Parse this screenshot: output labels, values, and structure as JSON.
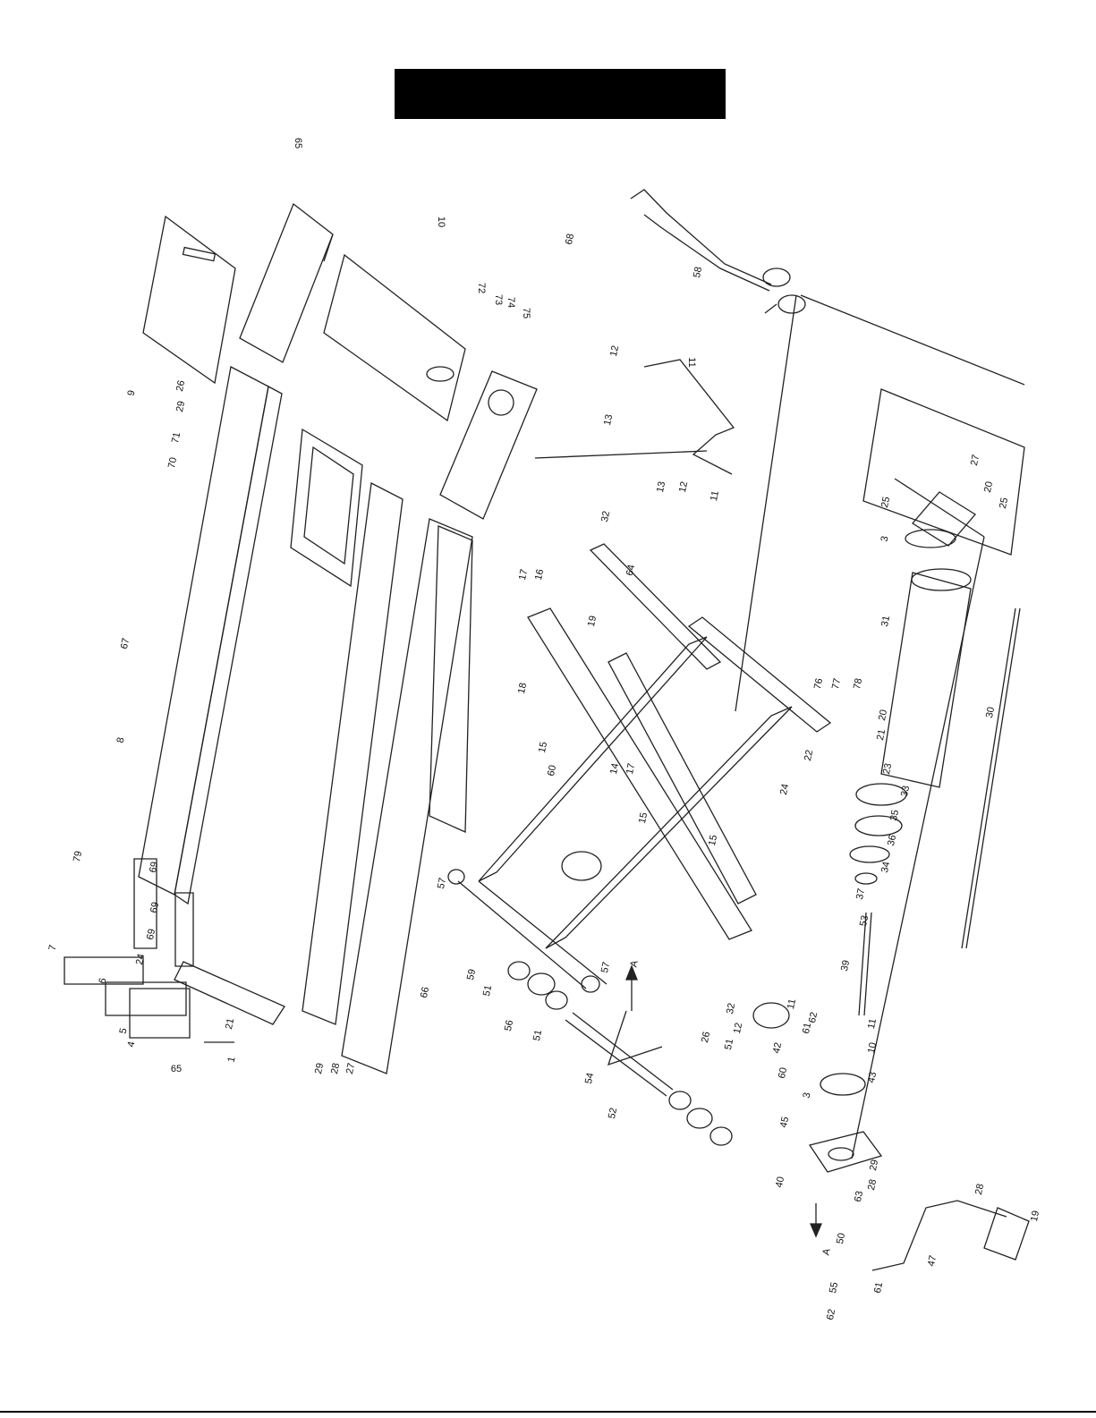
{
  "title_bar": {
    "text": ""
  },
  "part_labels": [
    {
      "id": "p9",
      "text": "9"
    },
    {
      "id": "p65a",
      "text": "65"
    },
    {
      "id": "p10",
      "text": "10"
    },
    {
      "id": "p68",
      "text": "68"
    },
    {
      "id": "p26a",
      "text": "26"
    },
    {
      "id": "p29a",
      "text": "29"
    },
    {
      "id": "p71a",
      "text": "71"
    },
    {
      "id": "p70",
      "text": "70"
    },
    {
      "id": "p72",
      "text": "72"
    },
    {
      "id": "p73",
      "text": "73"
    },
    {
      "id": "p74",
      "text": "74"
    },
    {
      "id": "p75",
      "text": "75"
    },
    {
      "id": "p67",
      "text": "67"
    },
    {
      "id": "p8",
      "text": "8"
    },
    {
      "id": "p69a",
      "text": "69"
    },
    {
      "id": "p69b",
      "text": "69"
    },
    {
      "id": "p69c",
      "text": "69"
    },
    {
      "id": "p79",
      "text": "79"
    },
    {
      "id": "p7",
      "text": "7"
    },
    {
      "id": "p6",
      "text": "6"
    },
    {
      "id": "p5",
      "text": "5"
    },
    {
      "id": "p4",
      "text": "4"
    },
    {
      "id": "p24a",
      "text": "24"
    },
    {
      "id": "p21a",
      "text": "21"
    },
    {
      "id": "p1",
      "text": "1"
    },
    {
      "id": "p65b",
      "text": "65"
    },
    {
      "id": "p29b",
      "text": "29"
    },
    {
      "id": "p28a",
      "text": "28"
    },
    {
      "id": "p27a",
      "text": "27"
    },
    {
      "id": "p66",
      "text": "66"
    },
    {
      "id": "p58",
      "text": "58"
    },
    {
      "id": "p12a",
      "text": "12"
    },
    {
      "id": "p13a",
      "text": "13"
    },
    {
      "id": "p11a",
      "text": "11"
    },
    {
      "id": "p13b",
      "text": "13"
    },
    {
      "id": "p12b",
      "text": "12"
    },
    {
      "id": "p11b",
      "text": "11"
    },
    {
      "id": "p32a",
      "text": "32"
    },
    {
      "id": "p64",
      "text": "64"
    },
    {
      "id": "p17a",
      "text": "17"
    },
    {
      "id": "p16",
      "text": "16"
    },
    {
      "id": "p19",
      "text": "19"
    },
    {
      "id": "p18",
      "text": "18"
    },
    {
      "id": "p15a",
      "text": "15"
    },
    {
      "id": "p60a",
      "text": "60"
    },
    {
      "id": "p14",
      "text": "14"
    },
    {
      "id": "p17b",
      "text": "17"
    },
    {
      "id": "p15b",
      "text": "15"
    },
    {
      "id": "p15c",
      "text": "15"
    },
    {
      "id": "p24b",
      "text": "24"
    },
    {
      "id": "p22a",
      "text": "22"
    },
    {
      "id": "p76",
      "text": "76"
    },
    {
      "id": "p77",
      "text": "77"
    },
    {
      "id": "p78",
      "text": "78"
    },
    {
      "id": "p27b",
      "text": "27"
    },
    {
      "id": "p25a",
      "text": "25"
    },
    {
      "id": "p20a",
      "text": "20"
    },
    {
      "id": "p25b",
      "text": "25"
    },
    {
      "id": "p3a",
      "text": "3"
    },
    {
      "id": "p31",
      "text": "31"
    },
    {
      "id": "p30",
      "text": "30"
    },
    {
      "id": "p20b",
      "text": "20"
    },
    {
      "id": "p21b",
      "text": "21"
    },
    {
      "id": "p23",
      "text": "23"
    },
    {
      "id": "p33",
      "text": "33"
    },
    {
      "id": "p35",
      "text": "35"
    },
    {
      "id": "p36",
      "text": "36"
    },
    {
      "id": "p34",
      "text": "34"
    },
    {
      "id": "p37",
      "text": "37"
    },
    {
      "id": "p53",
      "text": "53"
    },
    {
      "id": "p39",
      "text": "39"
    },
    {
      "id": "p57a",
      "text": "57"
    },
    {
      "id": "p57b",
      "text": "57"
    },
    {
      "id": "p59",
      "text": "59"
    },
    {
      "id": "p51a",
      "text": "51"
    },
    {
      "id": "p56",
      "text": "56"
    },
    {
      "id": "p51b",
      "text": "51"
    },
    {
      "id": "pA1",
      "text": "A"
    },
    {
      "id": "p26b",
      "text": "26"
    },
    {
      "id": "p54",
      "text": "54"
    },
    {
      "id": "p52",
      "text": "52"
    },
    {
      "id": "p32b",
      "text": "32"
    },
    {
      "id": "p12c",
      "text": "12"
    },
    {
      "id": "p51c",
      "text": "51"
    },
    {
      "id": "p11c",
      "text": "11"
    },
    {
      "id": "p42",
      "text": "42"
    },
    {
      "id": "p62a",
      "text": "62"
    },
    {
      "id": "p60b",
      "text": "60"
    },
    {
      "id": "p61a",
      "text": "61"
    },
    {
      "id": "p11d",
      "text": "11"
    },
    {
      "id": "p10b",
      "text": "10"
    },
    {
      "id": "p43",
      "text": "43"
    },
    {
      "id": "p3b",
      "text": "3"
    },
    {
      "id": "p45",
      "text": "45"
    },
    {
      "id": "p29c",
      "text": "29"
    },
    {
      "id": "p28b",
      "text": "28"
    },
    {
      "id": "p63",
      "text": "63"
    },
    {
      "id": "p40",
      "text": "40"
    },
    {
      "id": "pA2",
      "text": "A"
    },
    {
      "id": "p50",
      "text": "50"
    },
    {
      "id": "p55",
      "text": "55"
    },
    {
      "id": "p62b",
      "text": "62"
    },
    {
      "id": "p61b",
      "text": "61"
    },
    {
      "id": "p47",
      "text": "47"
    },
    {
      "id": "p28c",
      "text": "28"
    },
    {
      "id": "p19b",
      "text": "19"
    }
  ]
}
